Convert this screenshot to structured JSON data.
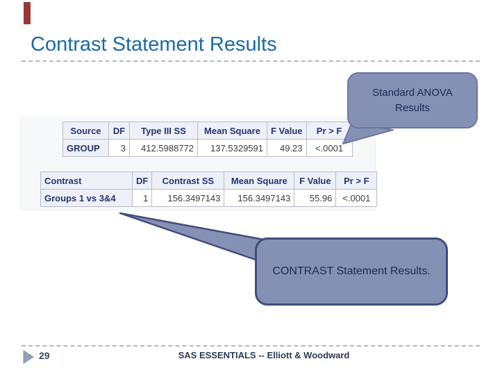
{
  "slide": {
    "title": "Contrast Statement Results",
    "page_number": "29",
    "footer": "SAS ESSENTIALS -- Elliott & Woodward"
  },
  "callouts": {
    "anova": {
      "line1": "Standard ANOVA",
      "line2": "Results"
    },
    "contrast": {
      "text": "CONTRAST Statement Results."
    }
  },
  "tables": {
    "anova": {
      "headers": [
        "Source",
        "DF",
        "Type III SS",
        "Mean Square",
        "F Value",
        "Pr > F"
      ],
      "row": [
        "GROUP",
        "3",
        "412.5988772",
        "137.5329591",
        "49.23",
        "<.0001"
      ]
    },
    "contrast": {
      "headers": [
        "Contrast",
        "DF",
        "Contrast SS",
        "Mean Square",
        "F Value",
        "Pr > F"
      ],
      "row": [
        "Groups 1 vs 3&4",
        "1",
        "156.3497143",
        "156.3497143",
        "55.96",
        "<.0001"
      ]
    }
  },
  "colors": {
    "title": "#1A6BA6",
    "accent_bar": "#993734",
    "callout_fill": "#8590B5",
    "callout_border_light": "#6C78A2",
    "callout_border_dark": "#414D7B",
    "table_header_text": "#27346E",
    "table_header_bg": "#EDF0F7"
  }
}
